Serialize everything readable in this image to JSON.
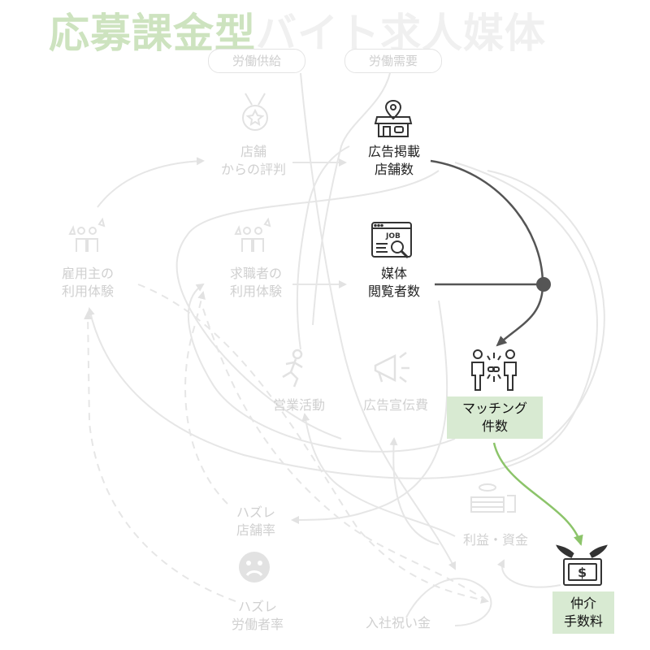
{
  "title": {
    "part1": "応募課金型",
    "part2": "バイト求人媒体"
  },
  "pills": {
    "supply": "労働供給",
    "demand": "労働需要"
  },
  "nodes": {
    "store_reputation": [
      "店舗",
      "からの評判"
    ],
    "ad_stores": [
      "広告掲載",
      "店舗数"
    ],
    "employer_exp": [
      "雇用主の",
      "利用体験"
    ],
    "jobseeker_exp": [
      "求職者の",
      "利用体験"
    ],
    "media_viewers": [
      "媒体",
      "閲覧者数"
    ],
    "sales": "営業活動",
    "advertising": "広告宣伝費",
    "matching": [
      "マッチング",
      "件数"
    ],
    "miss_store": [
      "ハズレ",
      "店舗率"
    ],
    "profit": "利益・資金",
    "miss_worker": [
      "ハズレ",
      "労働者率"
    ],
    "bonus": "入社祝い金",
    "fee": [
      "仲介",
      "手数料"
    ]
  },
  "icons": {
    "store": "store-with-pin-icon",
    "job": "job-search-window-icon",
    "matching": "two-people-handshake-link-icon",
    "fee": "winged-money-icon",
    "medal": "medal-icon",
    "employer": "thumbs-up-people-icon",
    "jobseeker": "thumbs-up-people-icon",
    "sales": "running-person-icon",
    "ad": "megaphone-icon",
    "profit": "coin-stack-icon",
    "sad": "sad-face-icon"
  },
  "colors": {
    "dark": "#555555",
    "green": "#8cc46a",
    "faded": "#e6e6e6",
    "highlight": "#d8ead2",
    "title_green": "#cde3bf"
  }
}
